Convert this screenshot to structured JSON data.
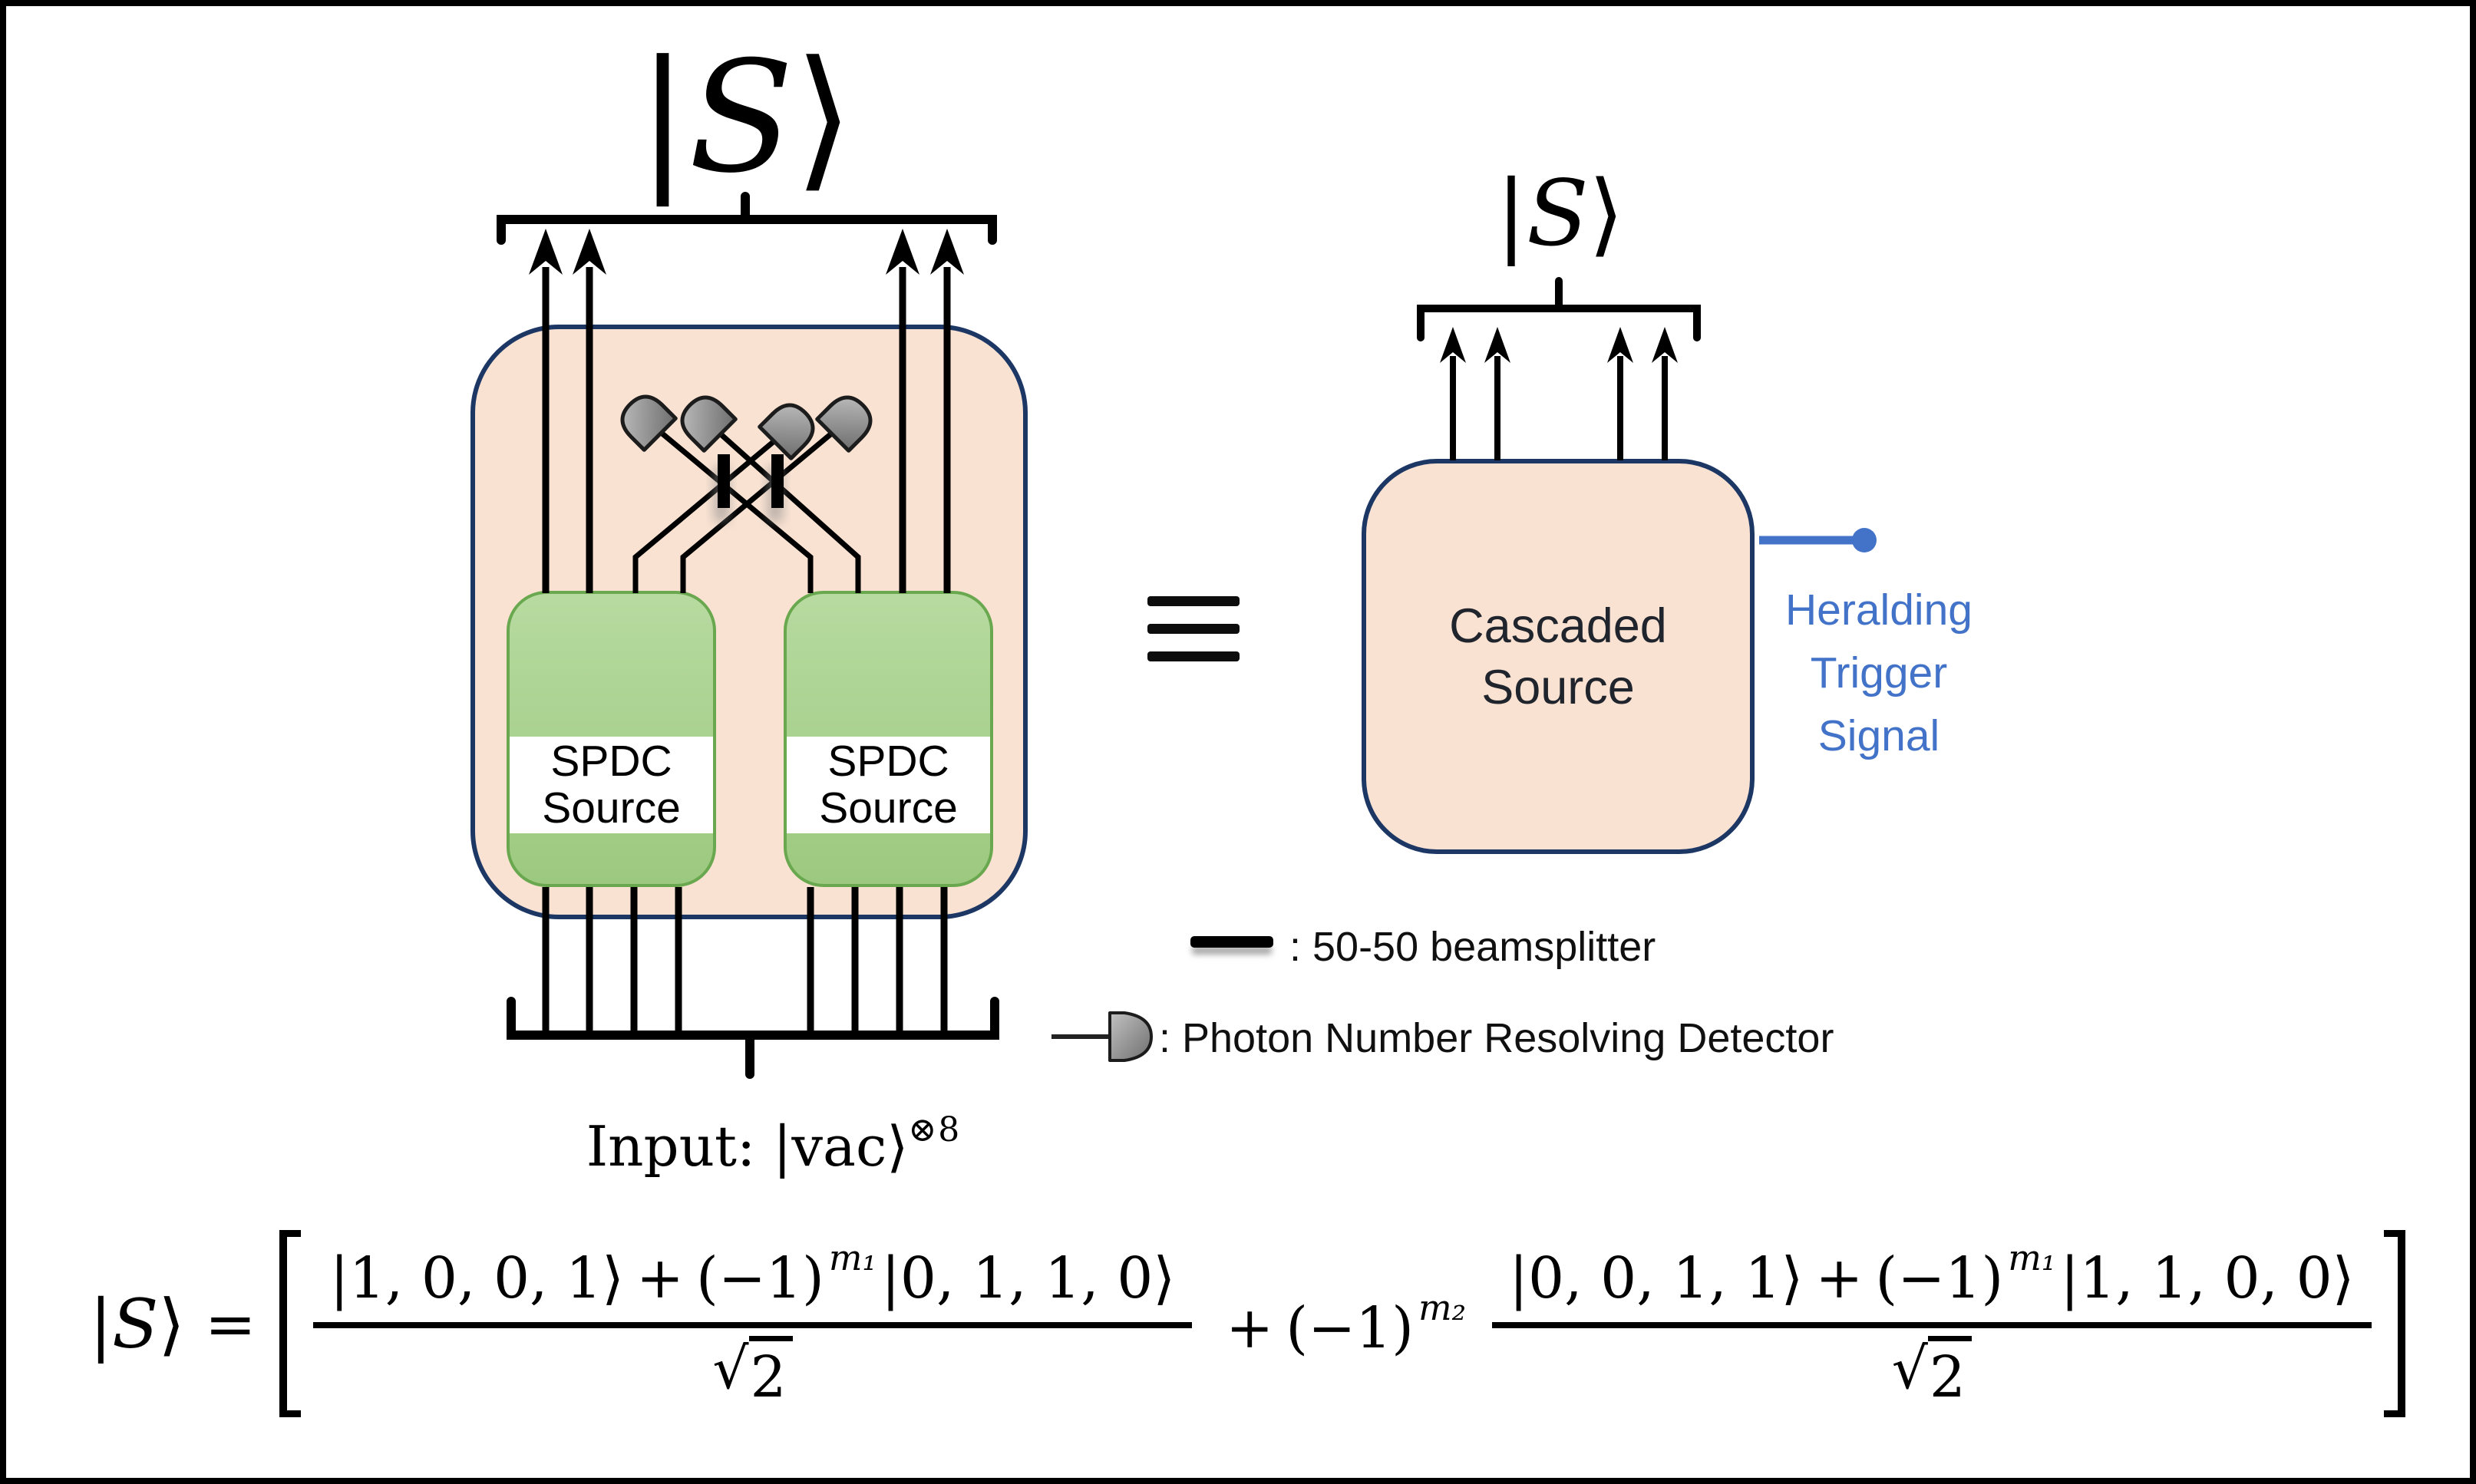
{
  "colors": {
    "peach_fill": "#f9e2d2",
    "navy_border": "#1d3765",
    "green_fill": "#a8d08e",
    "green_border": "#6aa84f",
    "detector_gray": "#8f8f8f",
    "signal_blue": "#4273c8",
    "ink_black": "#0d0d0d"
  },
  "left_apparatus": {
    "state": {
      "open": "|",
      "letter": "S",
      "close": "⟩"
    },
    "sources": [
      {
        "line1": "SPDC",
        "line2": "Source"
      },
      {
        "line1": "SPDC",
        "line2": "Source"
      }
    ],
    "input_prefix": "Input:",
    "input_ket": "|vac⟩",
    "input_sup": "⊗8"
  },
  "equivalence_symbol": "≡",
  "right_apparatus": {
    "state": {
      "open": "|",
      "letter": "S",
      "close": "⟩"
    },
    "box_line1": "Cascaded",
    "box_line2": "Source",
    "signal_line1": "Heralding",
    "signal_line2": "Trigger",
    "signal_line3": "Signal"
  },
  "legend": {
    "beamsplitter_label": ": 50-50 beamsplitter",
    "detector_label": ": Photon Number Resolving Detector"
  },
  "equation": {
    "lhs": {
      "open": "|",
      "letter": "S",
      "close": "⟩"
    },
    "equals": "=",
    "f1": {
      "k1": "|1, 0, 0, 1⟩",
      "op": "+",
      "coef": "(−1)",
      "exp": "m₁",
      "k2": "|0, 1, 1, 0⟩",
      "rad": "√",
      "den": "2"
    },
    "mid": {
      "op": "+",
      "coef": "(−1)",
      "exp": "m₂"
    },
    "f2": {
      "k1": "|0, 0, 1, 1⟩",
      "op": "+",
      "coef": "(−1)",
      "exp": "m₁",
      "k2": "|1, 1, 0, 0⟩",
      "rad": "√",
      "den": "2"
    }
  }
}
